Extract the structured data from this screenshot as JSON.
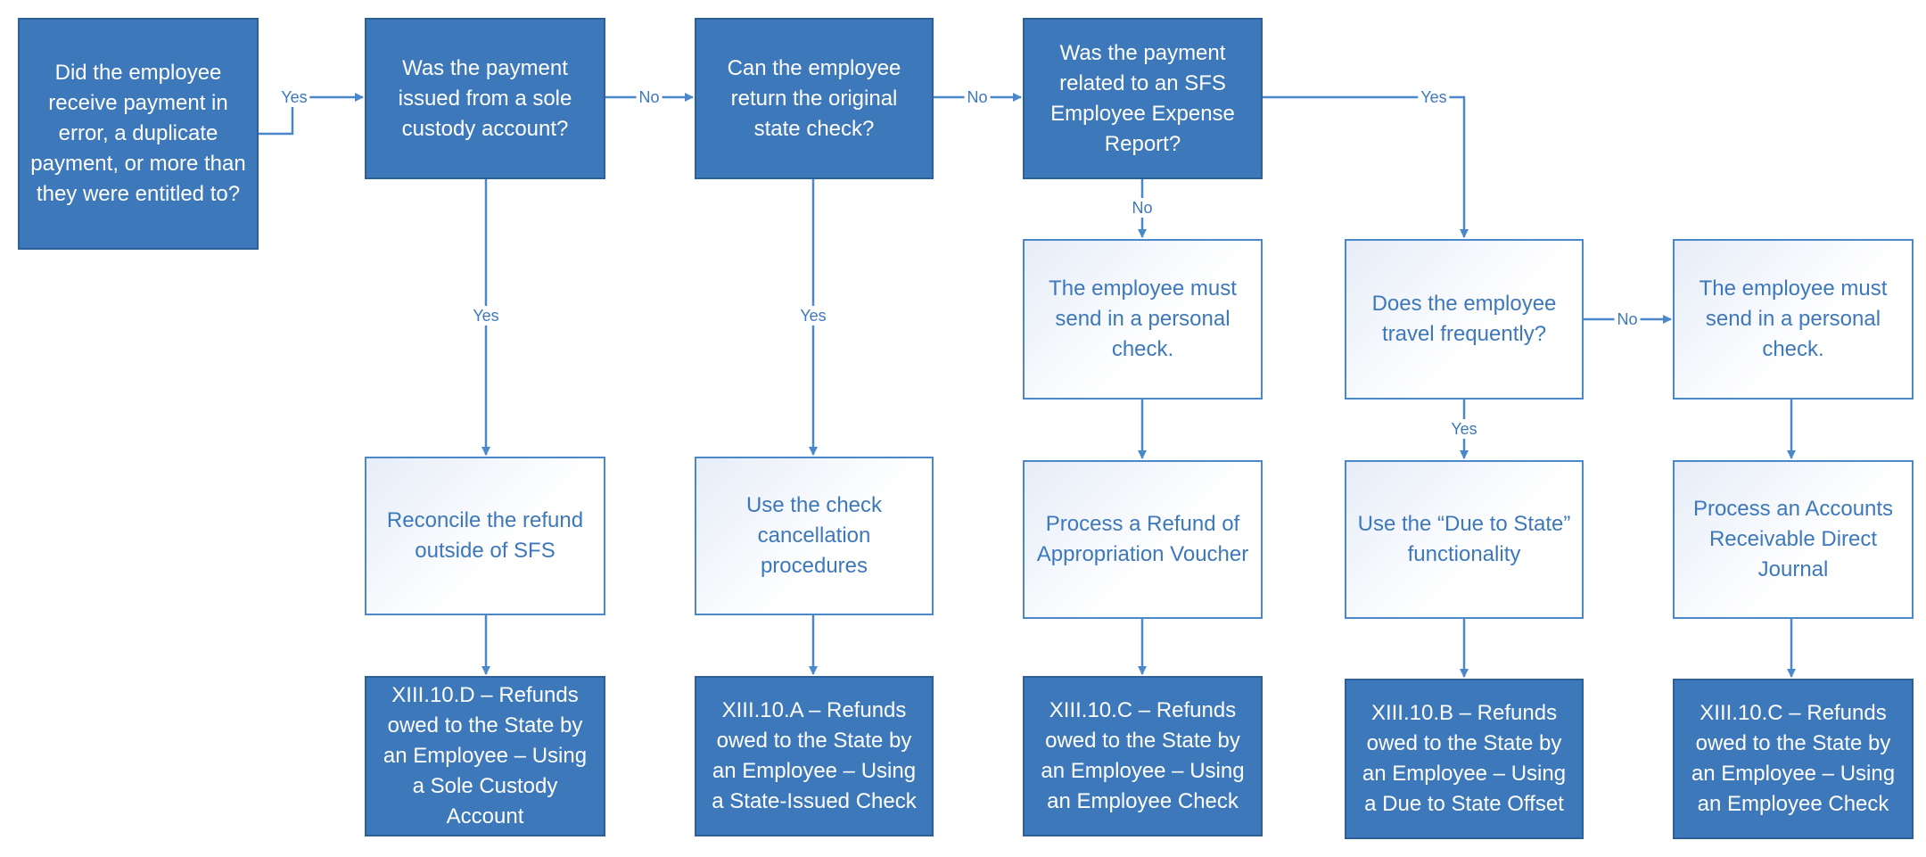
{
  "nodes": {
    "q_error": "Did the employee receive payment in error, a duplicate payment, or more than they were entitled to?",
    "q_sole_custody": "Was the payment issued from a sole custody account?",
    "q_return_check": "Can the employee return the original state check?",
    "q_expense_report": "Was the payment related to an SFS Employee Expense Report?",
    "a_personal_check_1": "The employee must send in a personal check.",
    "q_travel": "Does the employee travel frequently?",
    "a_personal_check_2": "The employee must send in a personal check.",
    "a_reconcile": "Reconcile the refund outside of SFS",
    "a_check_cancel": "Use the check cancellation procedures",
    "a_refund_voucher": "Process a Refund of Appropriation Voucher",
    "a_due_to_state": "Use the “Due to State” functionality",
    "a_ar_journal": "Process an Accounts Receivable Direct Journal",
    "r_xiii_10_d": "XIII.10.D – Refunds owed to the State by an Employee – Using a Sole Custody Account",
    "r_xiii_10_a": "XIII.10.A – Refunds owed to the State by an Employee – Using a State-Issued Check",
    "r_xiii_10_c_1": "XIII.10.C – Refunds owed to the State by an Employee – Using an Employee Check",
    "r_xiii_10_b": "XIII.10.B – Refunds owed to the State by an Employee – Using a Due to State Offset",
    "r_xiii_10_c_2": "XIII.10.C – Refunds owed to the State by an Employee – Using an Employee Check"
  },
  "edge_labels": {
    "yes_1": "Yes",
    "no_1": "No",
    "no_2": "No",
    "yes_2": "Yes",
    "no_3": "No",
    "yes_sole": "Yes",
    "yes_return": "Yes",
    "yes_travel": "Yes",
    "no_travel": "No"
  },
  "colors": {
    "dark_fill": "#3d78bb",
    "dark_border": "#2d5f99",
    "light_text": "#3d78bb",
    "connector": "#4a88c9"
  }
}
